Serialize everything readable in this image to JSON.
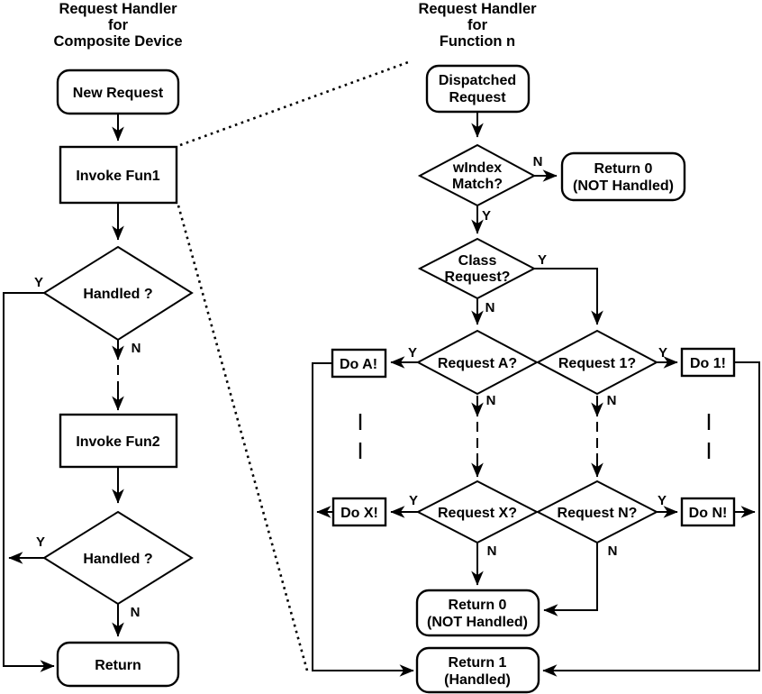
{
  "left": {
    "title": {
      "line1": "Request Handler",
      "line2": "for",
      "line3": "Composite Device"
    },
    "nodes": {
      "new_request": {
        "label": "New Request"
      },
      "invoke_fun1": {
        "label": "Invoke Fun1"
      },
      "handled_1": {
        "label": "Handled ?",
        "yes": "Y",
        "no": "N"
      },
      "invoke_fun2": {
        "label": "Invoke Fun2"
      },
      "handled_2": {
        "label": "Handled ?",
        "yes": "Y",
        "no": "N"
      },
      "return": {
        "label": "Return"
      }
    }
  },
  "right": {
    "title": {
      "line1": "Request Handler",
      "line2": "for",
      "line3": "Function n"
    },
    "nodes": {
      "dispatched_request": {
        "line1": "Dispatched",
        "line2": "Request"
      },
      "windex_match": {
        "line1": "wIndex",
        "line2": "Match?",
        "yes": "Y",
        "no": "N"
      },
      "return0_top": {
        "line1": "Return 0",
        "line2": "(NOT Handled)"
      },
      "class_request": {
        "line1": "Class",
        "line2": "Request?",
        "yes": "Y",
        "no": "N"
      },
      "request_a": {
        "label": "Request A?",
        "yes": "Y",
        "no": "N"
      },
      "request_1": {
        "label": "Request 1?",
        "yes": "Y",
        "no": "N"
      },
      "do_a": {
        "label": "Do A!"
      },
      "do_1": {
        "label": "Do 1!"
      },
      "request_x": {
        "label": "Request X?",
        "yes": "Y",
        "no": "N"
      },
      "request_n": {
        "label": "Request N?",
        "yes": "Y",
        "no": "N"
      },
      "do_x": {
        "label": "Do X!"
      },
      "do_n": {
        "label": "Do N!"
      },
      "return0_bottom": {
        "line1": "Return 0",
        "line2": "(NOT Handled)"
      },
      "return1": {
        "line1": "Return 1",
        "line2": "(Handled)"
      }
    }
  },
  "colors": {
    "line": "#000000",
    "background": "#ffffff"
  }
}
